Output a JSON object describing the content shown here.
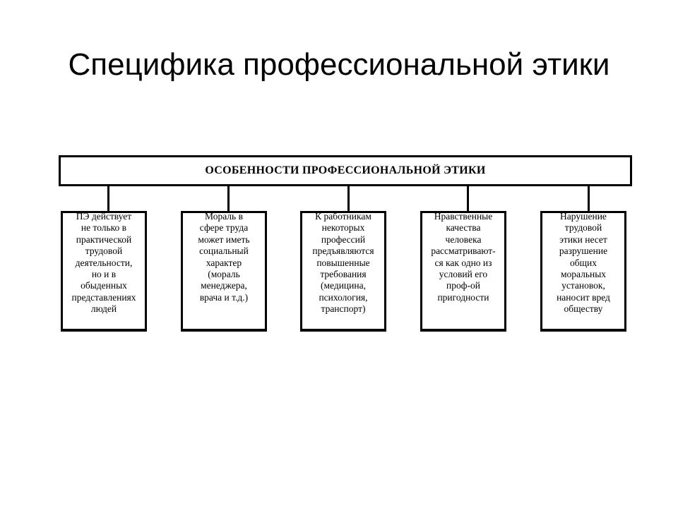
{
  "slide": {
    "title": "Специфика профессиональной этики"
  },
  "diagram": {
    "root": "ОСОБЕННОСТИ ПРОФЕССИОНАЛЬНОЙ ЭТИКИ",
    "children": [
      "ПЭ действует\nне только в\nпрактической\nтрудовой\nдеятельности,\nно и в\nобыденных\nпредставлениях\nлюдей",
      "Мораль в\nсфере труда\nможет иметь\nсоциальный\nхарактер\n(мораль\nменеджера,\nврача и т.д.)",
      "К работникам\nнекоторых\nпрофессий\nпредъявляются\nповышенные\nтребования\n(медицина,\nпсихология,\nтранспорт)",
      "Нравственные\nкачества\nчеловека\nрассматривают-\nся как одно из\nусловий его\nпроф-ой\nпригодности",
      "Нарушение\nтрудовой\nэтики несет\nразрушение\nобщих\nморальных\nустановок,\nнаносит вред\nобществу"
    ]
  }
}
